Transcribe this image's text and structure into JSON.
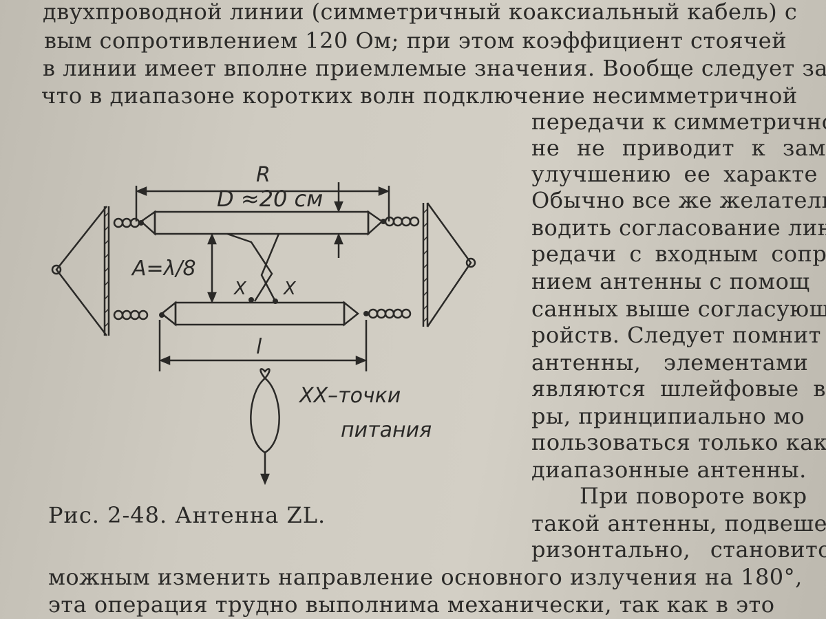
{
  "top_lines": [
    "двухпроводной линии (симметричный коаксиальный кабель) с",
    "вым сопротивлением 120 Ом; при этом коэффициент стоячей",
    "в линии имеет вполне приемлемые значения. Вообще следует за",
    "что в диапазоне коротких волн подключение несимметричной"
  ],
  "right_lines": [
    "передачи к симметричной",
    "не не приводит к зам",
    "улучшению ее характе",
    "Обычно все же желатель",
    "водить согласование лин",
    "редачи с входным сопр",
    "нием антенны с помощ",
    "санных выше согласующ",
    "ройств. Следует помнит",
    "антенны, элементами и",
    "являются шлейфовые в",
    "ры, принципиально мо",
    "пользоваться только как",
    "диапазонные антенны.",
    "При повороте вокр",
    "такой антенны, подвешен",
    "ризонтально, становитс"
  ],
  "bottom_lines": [
    "можным изменить направление основного излучения на 180°,",
    "эта операция трудно выполнима механически, так как в это"
  ],
  "figure": {
    "label_R": "R",
    "label_D": "D ≈20 см",
    "label_A": "A=λ/8",
    "label_l": "l",
    "label_x1": "X",
    "label_x2": "X",
    "legend_line1": "XX–точки",
    "legend_line2": "питания",
    "caption": "Рис. 2-48. Антенна ZL."
  }
}
